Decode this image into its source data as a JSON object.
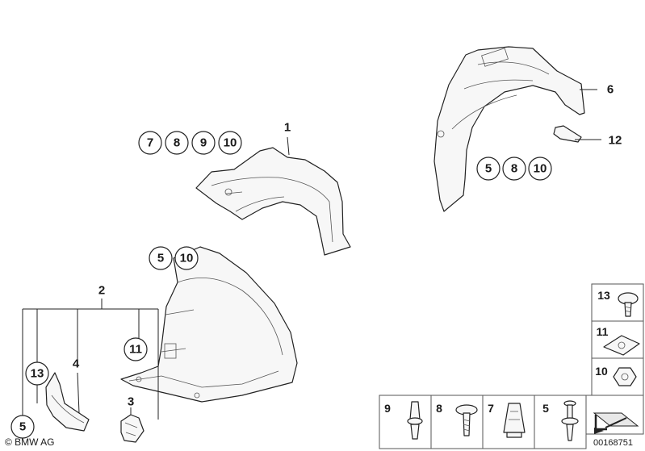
{
  "callouts": {
    "group_a": [
      "7",
      "8",
      "9",
      "10"
    ],
    "group_b": [
      "5",
      "8",
      "10"
    ],
    "group_c": [
      "5",
      "10"
    ],
    "c11": "11",
    "c13": "13",
    "c5": "5"
  },
  "labels": {
    "n1": "1",
    "n2": "2",
    "n3": "3",
    "n4": "4",
    "n6": "6",
    "n12": "12"
  },
  "hardware_panel": {
    "vertical": [
      "13",
      "11",
      "10"
    ],
    "horizontal": [
      "9",
      "8",
      "7",
      "5"
    ]
  },
  "footer": {
    "copyright": "© BMW AG",
    "drawing_number": "00168751"
  }
}
